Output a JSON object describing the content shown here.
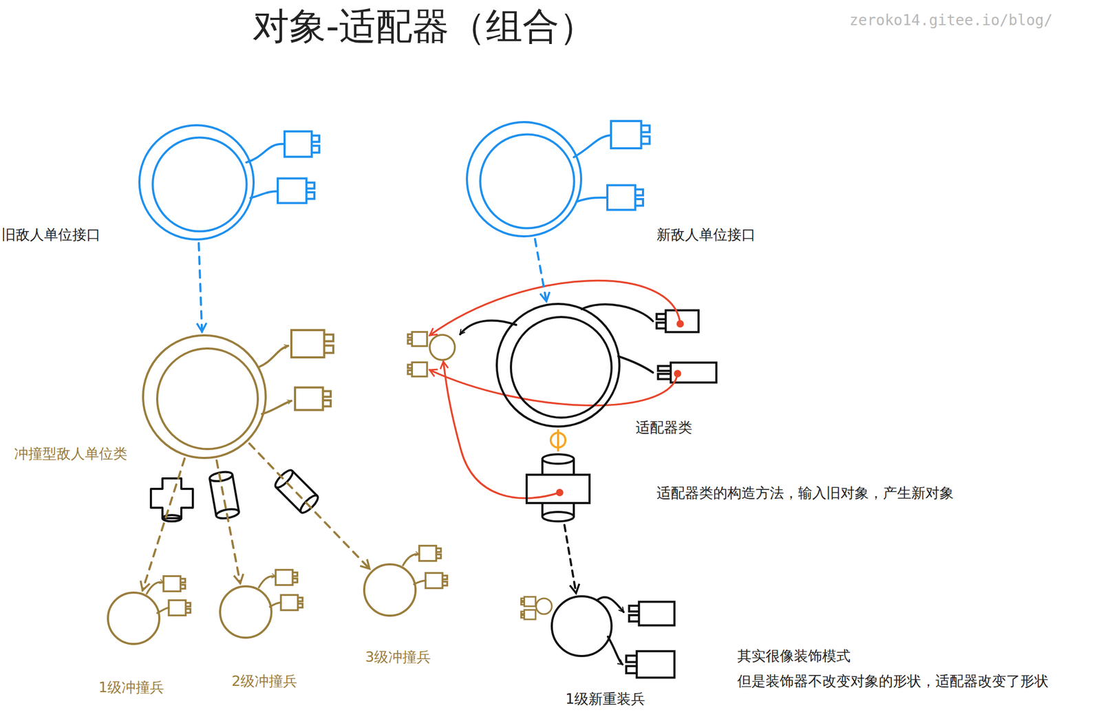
{
  "diagram": {
    "title": "对象-适配器（组合）",
    "nodes": [
      {
        "text": [
          "旧敌人单位接口"
        ]
      },
      {
        "text": [
          "新敌人单位接口"
        ]
      },
      {
        "text": [
          "冲撞型敌人单位类"
        ]
      },
      {
        "text": [
          "1级冲撞兵"
        ]
      },
      {
        "text": [
          "2级冲撞兵"
        ]
      },
      {
        "text": [
          "3级冲撞兵"
        ]
      },
      {
        "text": [
          "适配器类"
        ]
      },
      {
        "text": [
          "适配器类的构造方法，输入旧对象，产生新对象"
        ]
      },
      {
        "text": [
          "1级新重装兵"
        ]
      }
    ],
    "edges": [
      {
        "from": 0,
        "to": 2,
        "arrow": "to"
      },
      {
        "from": 2,
        "to": 3,
        "arrow": "to"
      },
      {
        "from": 2,
        "to": 4,
        "arrow": "to"
      },
      {
        "from": 2,
        "to": 5,
        "arrow": "to"
      },
      {
        "from": 1,
        "to": 6,
        "arrow": "to"
      },
      {
        "from": 6,
        "to": 7,
        "arrow": "none"
      },
      {
        "from": 7,
        "to": 8,
        "arrow": "to"
      }
    ],
    "labels": [
      "zeroko14.gitee.io/blog/",
      "其实很像装饰模式",
      "但是装饰器不改变对象的形状，适配器改变了形状"
    ]
  }
}
